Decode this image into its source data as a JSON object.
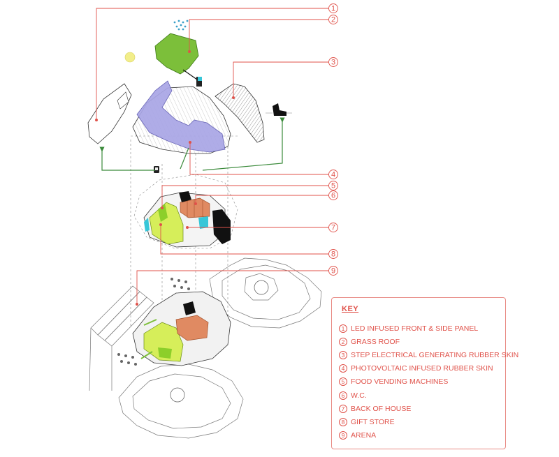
{
  "callouts": [
    "1",
    "2",
    "3",
    "4",
    "5",
    "6",
    "7",
    "8",
    "9"
  ],
  "key": {
    "title": "KEY",
    "items": [
      {
        "num": "1",
        "label": "LED INFUSED FRONT & SIDE PANEL"
      },
      {
        "num": "2",
        "label": "GRASS ROOF"
      },
      {
        "num": "3",
        "label": "STEP ELECTRICAL GENERATING RUBBER SKIN"
      },
      {
        "num": "4",
        "label": "PHOTOVOLTAIC INFUSED RUBBER SKIN"
      },
      {
        "num": "5",
        "label": "FOOD VENDING MACHINES"
      },
      {
        "num": "6",
        "label": "W.C."
      },
      {
        "num": "7",
        "label": "BACK OF HOUSE"
      },
      {
        "num": "8",
        "label": "GIFT STORE"
      },
      {
        "num": "9",
        "label": "ARENA"
      }
    ]
  },
  "colors": {
    "accent": "#e0524a",
    "grass": "#7cbf3a",
    "photovoltaic": "#a9a6e6",
    "flow_arrows": "#3a8a3a",
    "sun": "#f2ee8a",
    "wc": "#e08a62",
    "gift_store": "#d6ee5a",
    "cyan": "#37c6d8"
  },
  "icons": [
    "rain-icon",
    "sun-icon",
    "battery-icon",
    "footstep-icon",
    "phone-charging-icon"
  ]
}
